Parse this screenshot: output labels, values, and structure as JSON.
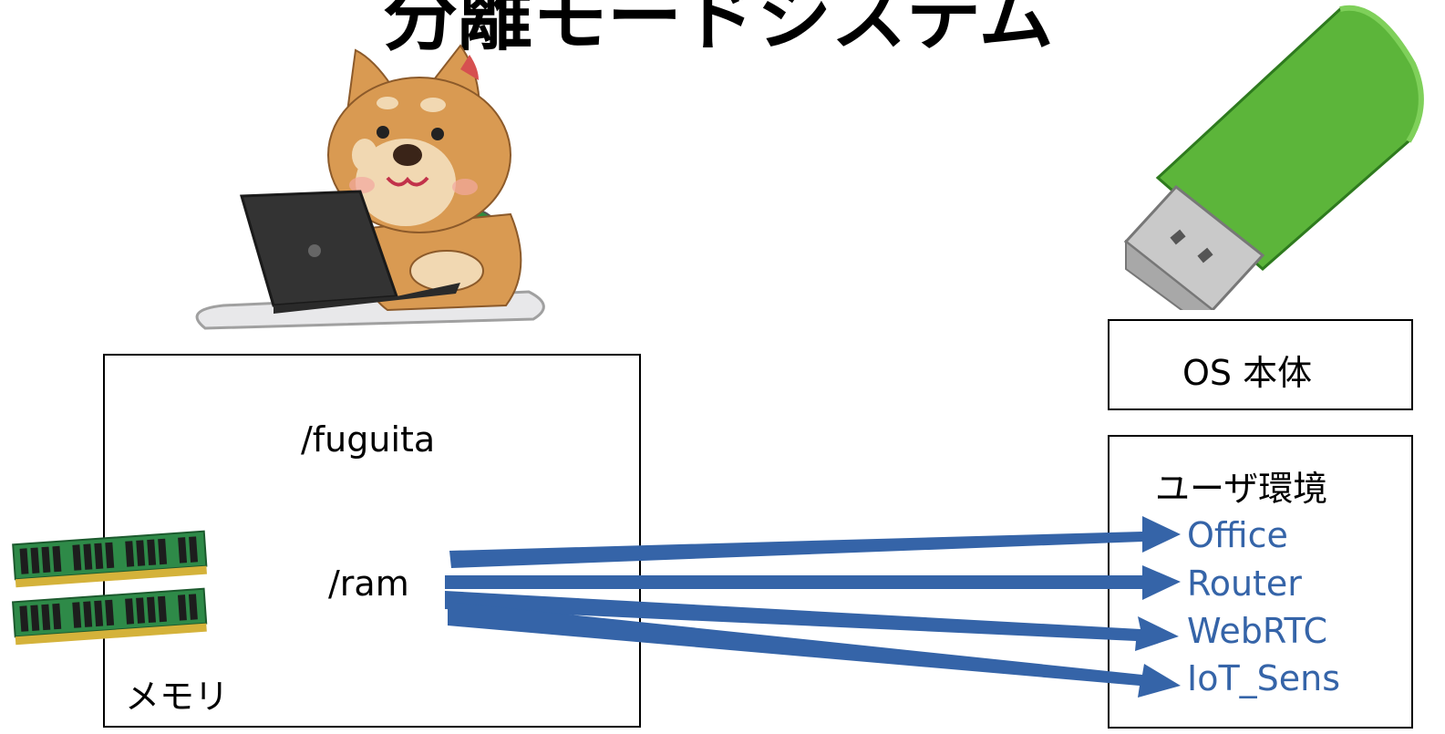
{
  "title": "分離モードシステム",
  "memory": {
    "fuguita": "/fuguita",
    "ram": "/ram",
    "label": "メモリ"
  },
  "usb": {
    "os_label": "OS 本体",
    "user_env_label": "ユーザ環境",
    "targets": [
      "Office",
      "Router",
      "WebRTC",
      "IoT_Sens"
    ]
  },
  "colors": {
    "arrow": "#3564a8",
    "target_text": "#3564a8",
    "usb_body": "#5cb53a"
  },
  "icons": [
    "shiba-dog-with-laptop-icon",
    "usb-drive-icon",
    "memory-module-icon"
  ]
}
